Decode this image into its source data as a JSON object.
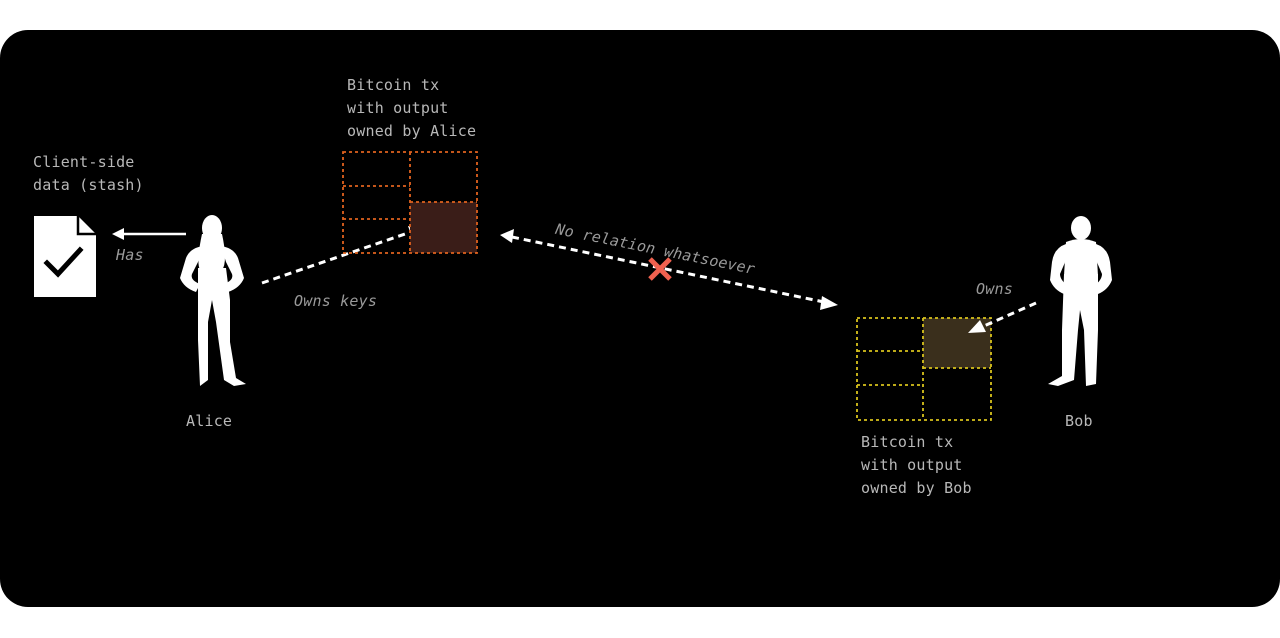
{
  "diagram": {
    "stash_label": [
      "Client-side",
      "data (stash)"
    ],
    "has_label": "Has",
    "owns_keys_label": "Owns keys",
    "alice_label": "Alice",
    "bob_label": "Bob",
    "owns_label": "Owns",
    "no_relation_label": "No relation whatsoever",
    "alice_tx_label": [
      "Bitcoin tx",
      "with output",
      "owned by Alice"
    ],
    "bob_tx_label": [
      "Bitcoin tx",
      "with output",
      "owned by Bob"
    ],
    "icons": {
      "document": "document-check-icon",
      "alice": "person-female-silhouette-icon",
      "bob": "person-male-silhouette-icon",
      "cross": "red-x-icon"
    },
    "colors": {
      "background": "#000000",
      "alice_tx_border": "#e0621e",
      "alice_tx_fill": "#3a1d18",
      "bob_tx_border": "#d8c21c",
      "bob_tx_fill": "#3a2f1c",
      "cross": "#f0614f",
      "text": "#b8b8b8"
    }
  }
}
